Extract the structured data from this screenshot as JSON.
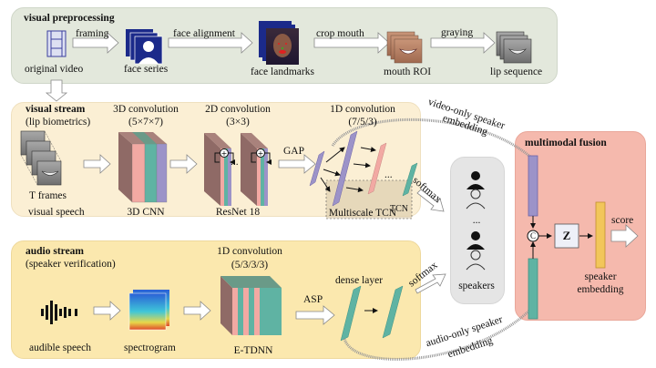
{
  "colors": {
    "preprocessing_bg": "#e3e8dc",
    "visual_stream_bg": "#fbefd4",
    "audio_stream_bg": "#fbe8ae",
    "fusion_bg": "#f5b9ad",
    "speakers_bg": "#e5e5e5",
    "purple": "#9c93c8",
    "pink": "#f2a9a3",
    "teal": "#5fb3a3",
    "brown": "#8f6a66",
    "yellow": "#f2c65a"
  },
  "preprocessing": {
    "title": "visual preprocessing",
    "steps": [
      {
        "label": "original video",
        "icon": "film-strip-icon"
      },
      {
        "label": "face series",
        "icon": "face-frames-icon"
      },
      {
        "label": "face landmarks",
        "icon": "face-landmarks-image"
      },
      {
        "label": "mouth ROI",
        "icon": "mouth-roi-image"
      },
      {
        "label": "lip sequence",
        "icon": "lip-sequence-image"
      }
    ],
    "arrows": [
      "framing",
      "face alignment",
      "crop mouth",
      "graying"
    ]
  },
  "visual_stream": {
    "title": "visual stream",
    "subtitle": "(lip biometrics)",
    "frames_label": "T frames",
    "input_label": "visual speech",
    "conv3d": {
      "title": "3D convolution",
      "kernel": "(5×7×7)",
      "name": "3D CNN"
    },
    "conv2d": {
      "title": "2D convolution",
      "kernel": "(3×3)",
      "name": "ResNet 18"
    },
    "conv1d": {
      "title": "1D convolution",
      "kernel": "(7/5/3)",
      "name": "Multiscale TCN",
      "tcn_label": "TCN"
    },
    "gap_label": "GAP",
    "ellipsis": "...",
    "softmax_label": "softmax",
    "embedding_label_line1": "video-only speaker",
    "embedding_label_line2": "embedding"
  },
  "audio_stream": {
    "title": "audio stream",
    "subtitle": "(speaker verification)",
    "input_label": "audible speech",
    "spectrogram_label": "spectrogram",
    "conv1d": {
      "title": "1D convolution",
      "kernel": "(5/3/3/3)",
      "name": "E-TDNN"
    },
    "asp_label": "ASP",
    "dense_label": "dense layer",
    "softmax_label": "softmax",
    "embedding_label_line1": "audio-only speaker",
    "embedding_label_line2": "embedding"
  },
  "speakers": {
    "label": "speakers",
    "ellipsis": "..."
  },
  "fusion": {
    "title": "multimodal fusion",
    "concat_symbol": "C",
    "z_label": "Z",
    "output_label_line1": "speaker",
    "output_label_line2": "embedding",
    "score_label": "score"
  }
}
